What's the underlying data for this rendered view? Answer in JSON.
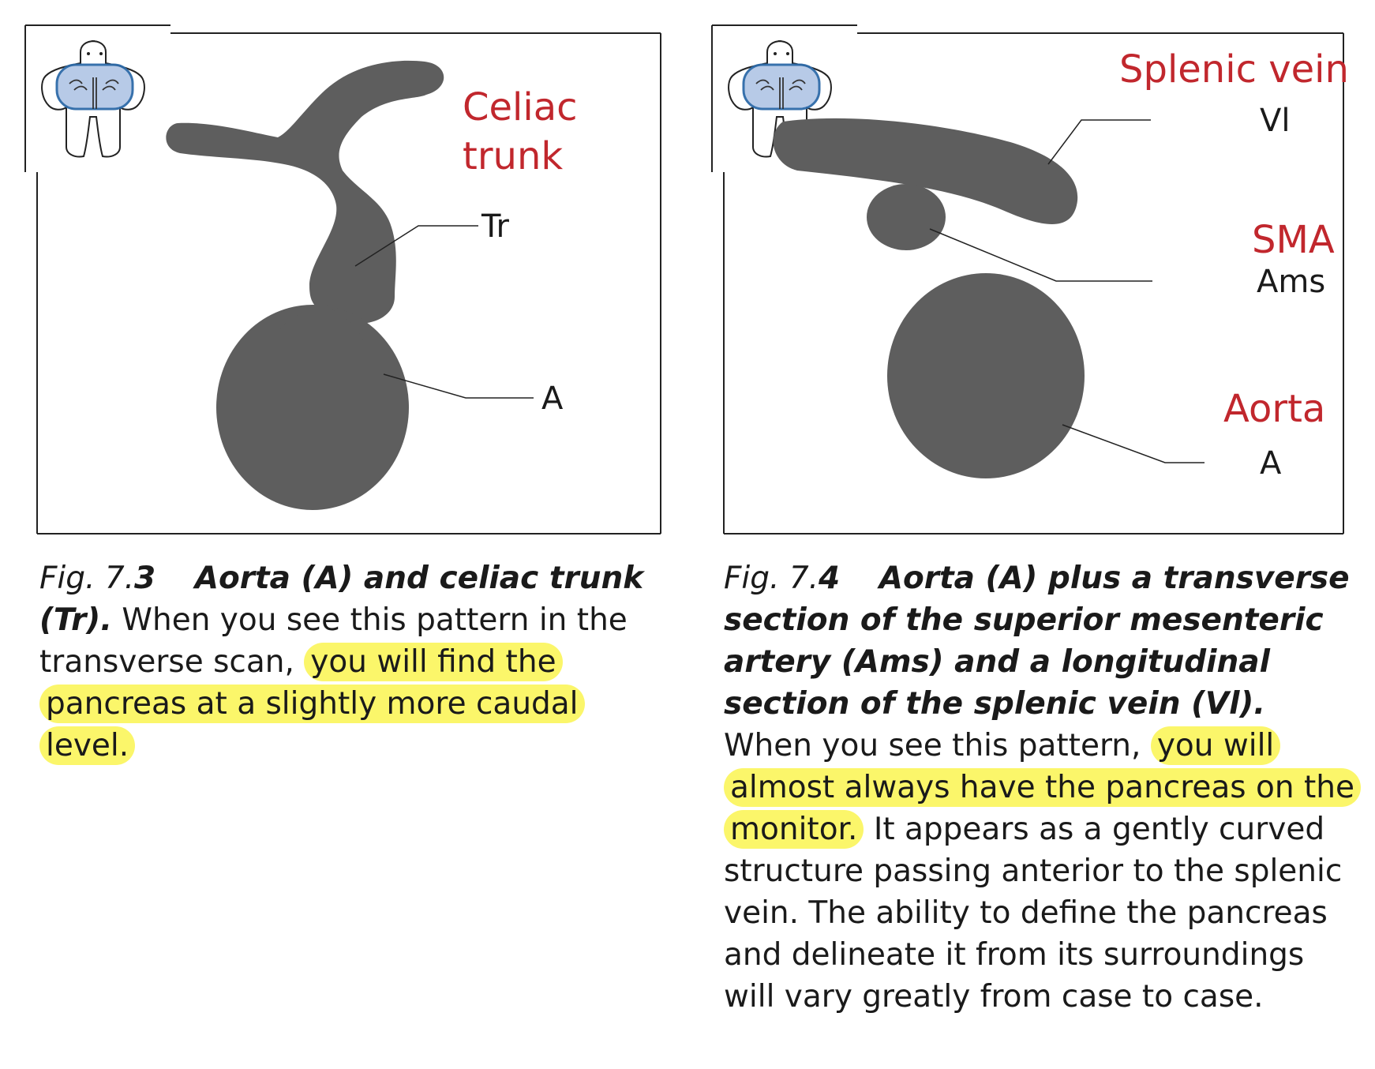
{
  "figure_left": {
    "heading_line1": "Celiac",
    "heading_line2": "trunk",
    "label_trunk": "Tr",
    "label_aorta": "A"
  },
  "figure_right": {
    "heading_splenic": "Splenic vein",
    "label_splenic": "Vl",
    "heading_sma": "SMA",
    "label_sma": "Ams",
    "heading_aorta": "Aorta",
    "label_aorta": "A"
  },
  "caption_left": {
    "fig_prefix": "Fig. 7.",
    "fig_num": "3",
    "title": "Aorta (A) and celiac trunk (Tr).",
    "text_start": "When you see this pattern in the trans­verse scan, ",
    "highlight": "you will find the pancreas at a slightly more caudal level."
  },
  "caption_right": {
    "fig_prefix": "Fig. 7.",
    "fig_num": "4",
    "title": "Aorta (A) plus a transverse sec­tion of the superior mesenteric artery (Ams) and a longitudinal section of the splenic vein (Vl).",
    "text_start": " When you see this pattern, ",
    "highlight": "you will almost always have the pancreas on the monitor.",
    "text_end": " It appears as a gently curved structure passing anterior to the splenic vein. The ability to define the pancreas and delineate it from its surroundings will vary greatly from case to case."
  },
  "colors": {
    "vessel": "#5e5e5e",
    "heading_red": "#c1272d",
    "highlight": "#fbf66a",
    "scan_region": "#b4c8e6",
    "scan_outline": "#2d6aa8"
  },
  "icons": [
    "body-scan-position-icon"
  ]
}
